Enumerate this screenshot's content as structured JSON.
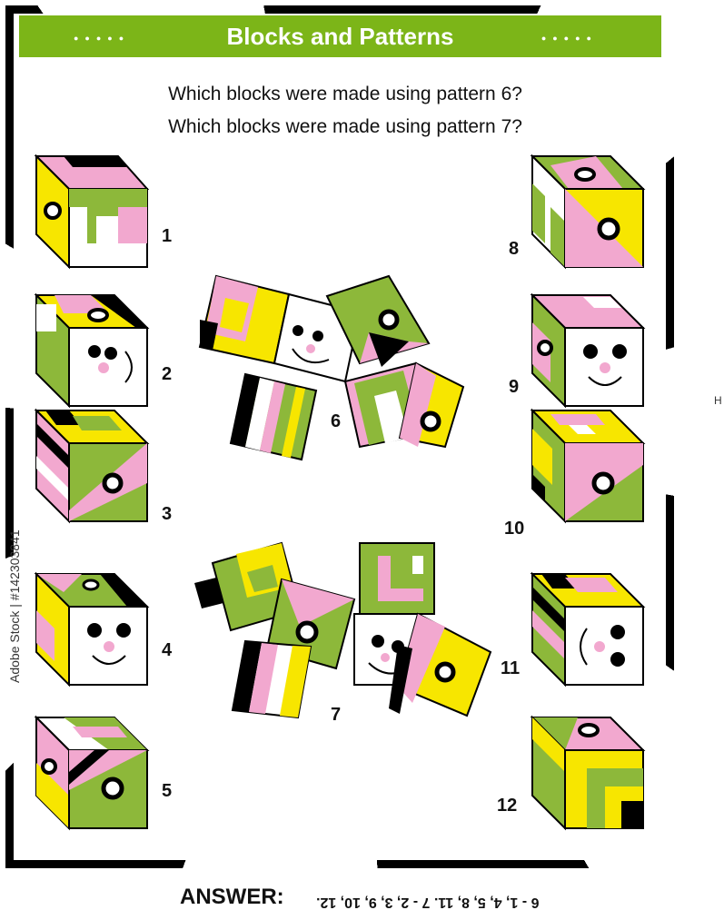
{
  "title": "Blocks and Patterns",
  "questions": {
    "q1": "Which blocks were made using pattern 6?",
    "q2": "Which blocks were made using pattern 7?"
  },
  "block_labels": [
    "1",
    "2",
    "3",
    "4",
    "5",
    "8",
    "9",
    "10",
    "11",
    "12"
  ],
  "pattern_labels": [
    "6",
    "7"
  ],
  "answer_label": "ANSWER:",
  "answer_text": "6 - 1, 4, 5, 8, 11. 7 - 2, 3, 9, 10, 12.",
  "stock_id": "Adobe Stock | #142303841",
  "side_letter": "H",
  "colors": {
    "header_green": "#7cb518",
    "olive": "#8db83a",
    "pink": "#f2a8cf",
    "yellow": "#f7e600",
    "black": "#000000",
    "white": "#ffffff"
  }
}
